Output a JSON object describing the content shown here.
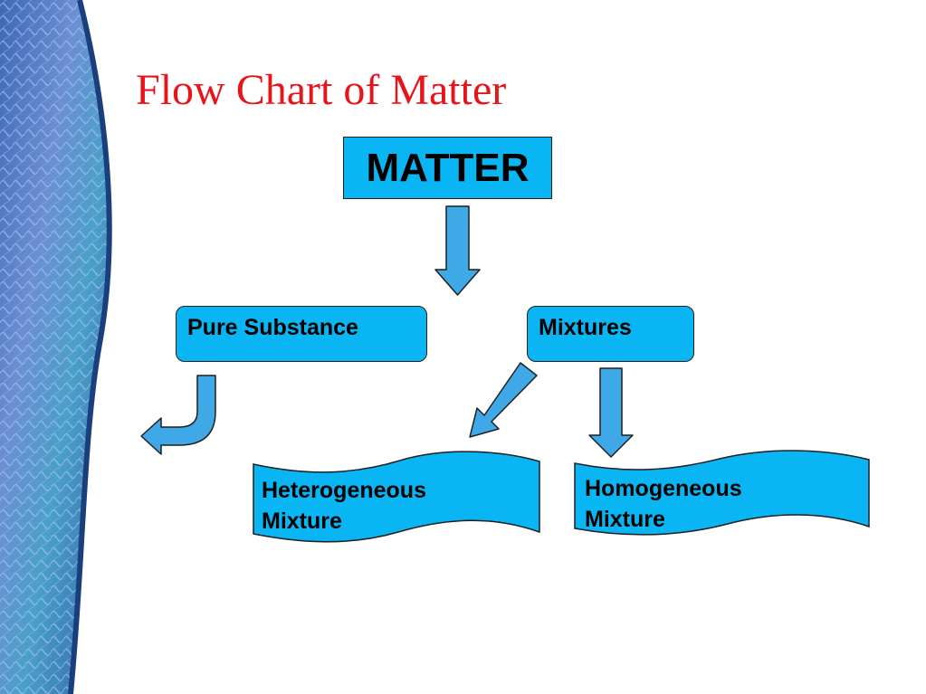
{
  "title": "Flow Chart of Matter",
  "nodes": {
    "matter": "MATTER",
    "pure_substance": "Pure Substance",
    "mixtures": "Mixtures",
    "heterogeneous": {
      "line1": "Heterogeneous",
      "line2": "Mixture"
    },
    "homogeneous": {
      "line1": "Homogeneous",
      "line2": "Mixture"
    }
  },
  "colors": {
    "title": "#e8141a",
    "node_fill": "#09b5f2",
    "arrow_fill": "#3fa9e8",
    "outline": "#1f1f1f"
  }
}
